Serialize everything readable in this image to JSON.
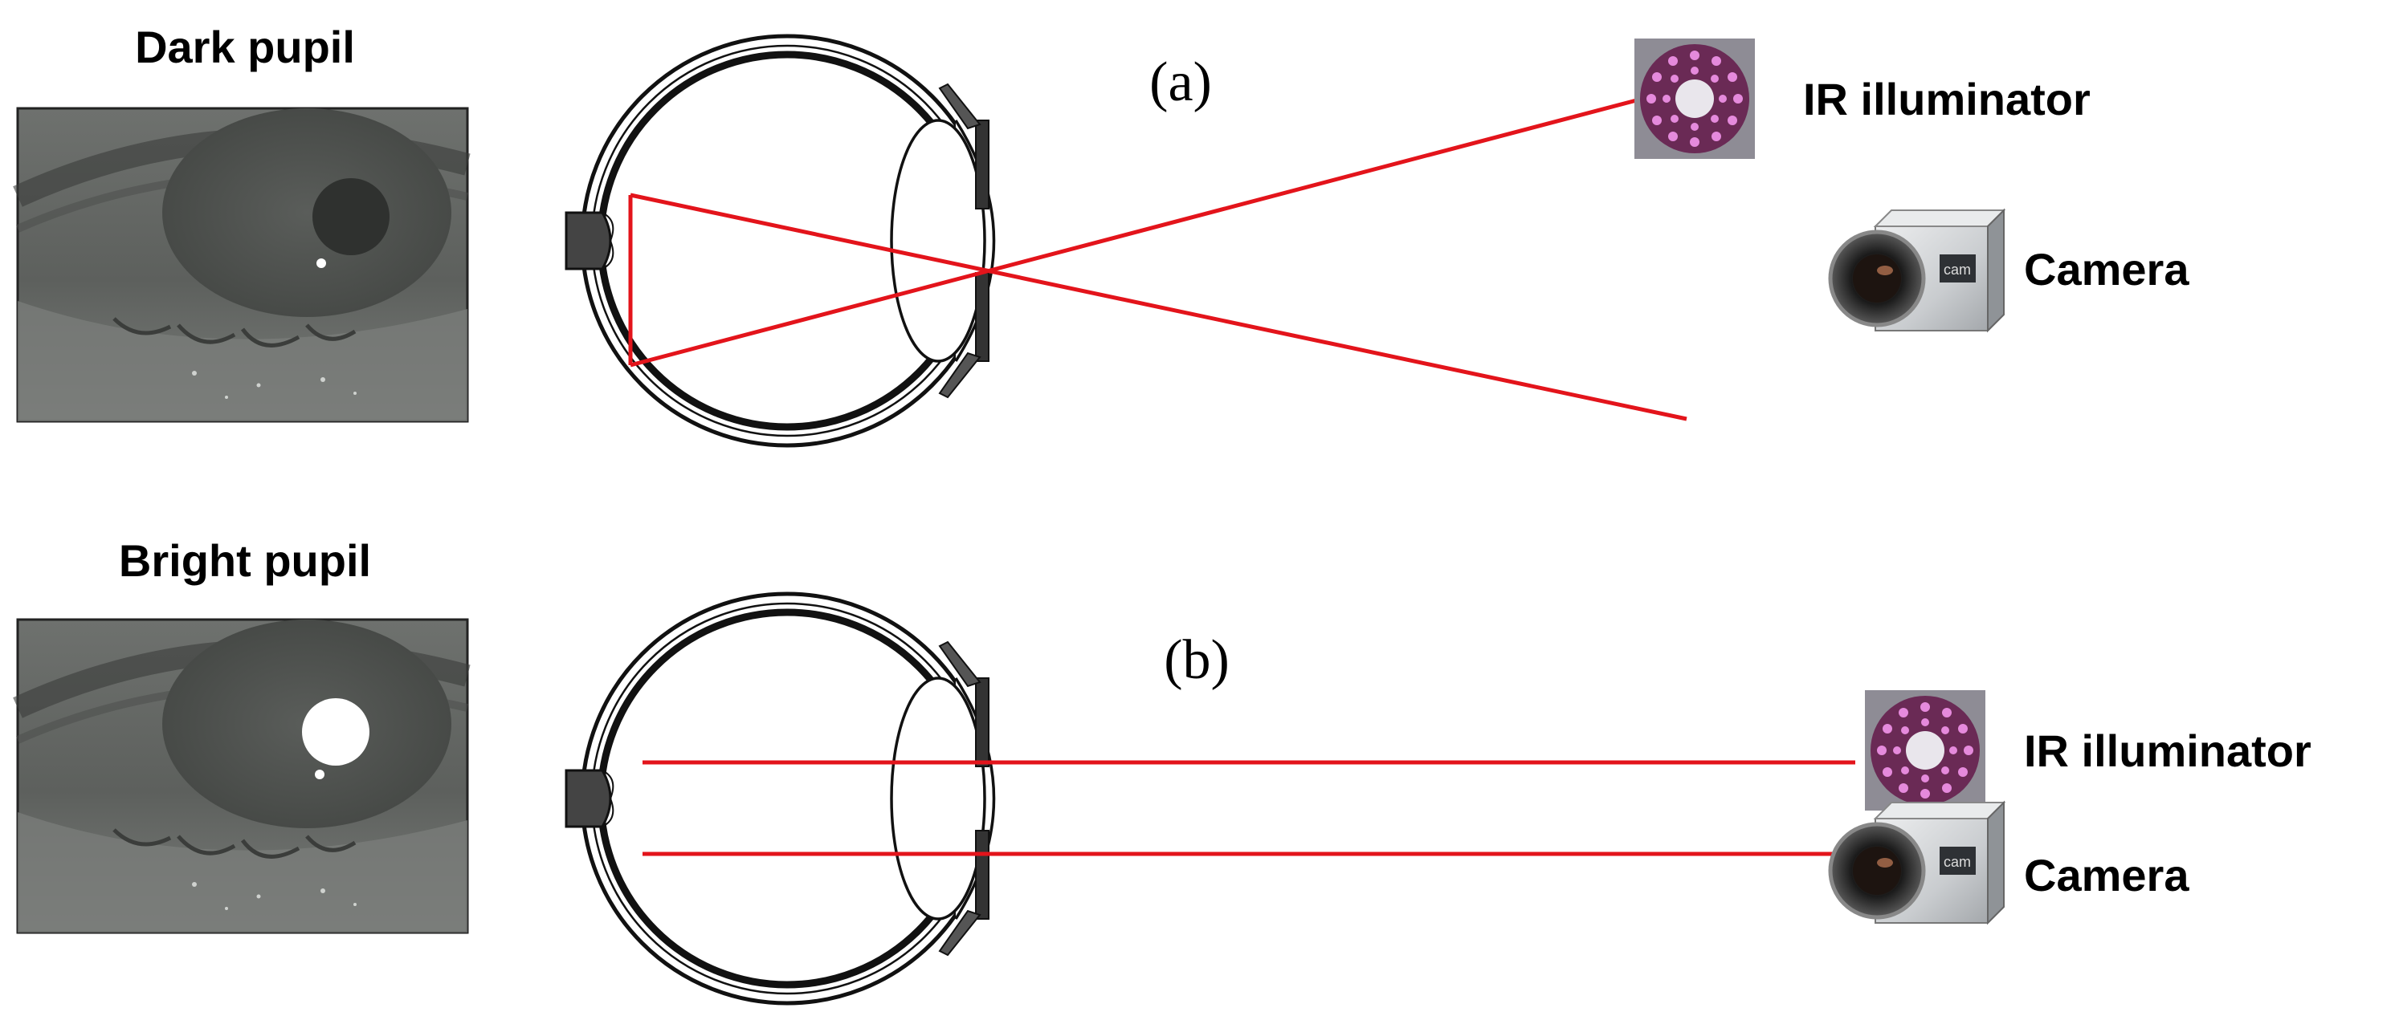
{
  "labels": {
    "dark_pupil": "Dark pupil",
    "bright_pupil": "Bright pupil",
    "panel_a": "(a)",
    "panel_b": "(b)",
    "ir_illuminator_a": "IR illuminator",
    "camera_a": "Camera",
    "ir_illuminator_b": "IR illuminator",
    "camera_b": "Camera"
  },
  "colors": {
    "ray": "#e3141b",
    "eye_photo_bg": "#5e615e",
    "iris": "#4f524f",
    "dark_pupil": "#2f312f",
    "bright_pupil": "#ffffff",
    "illuminator_ring": "#6a2a55",
    "led": "#e58adc",
    "camera_body": "#cfd2d4"
  },
  "icons": {
    "illuminator": "led-ring-icon",
    "camera": "camera-icon"
  }
}
